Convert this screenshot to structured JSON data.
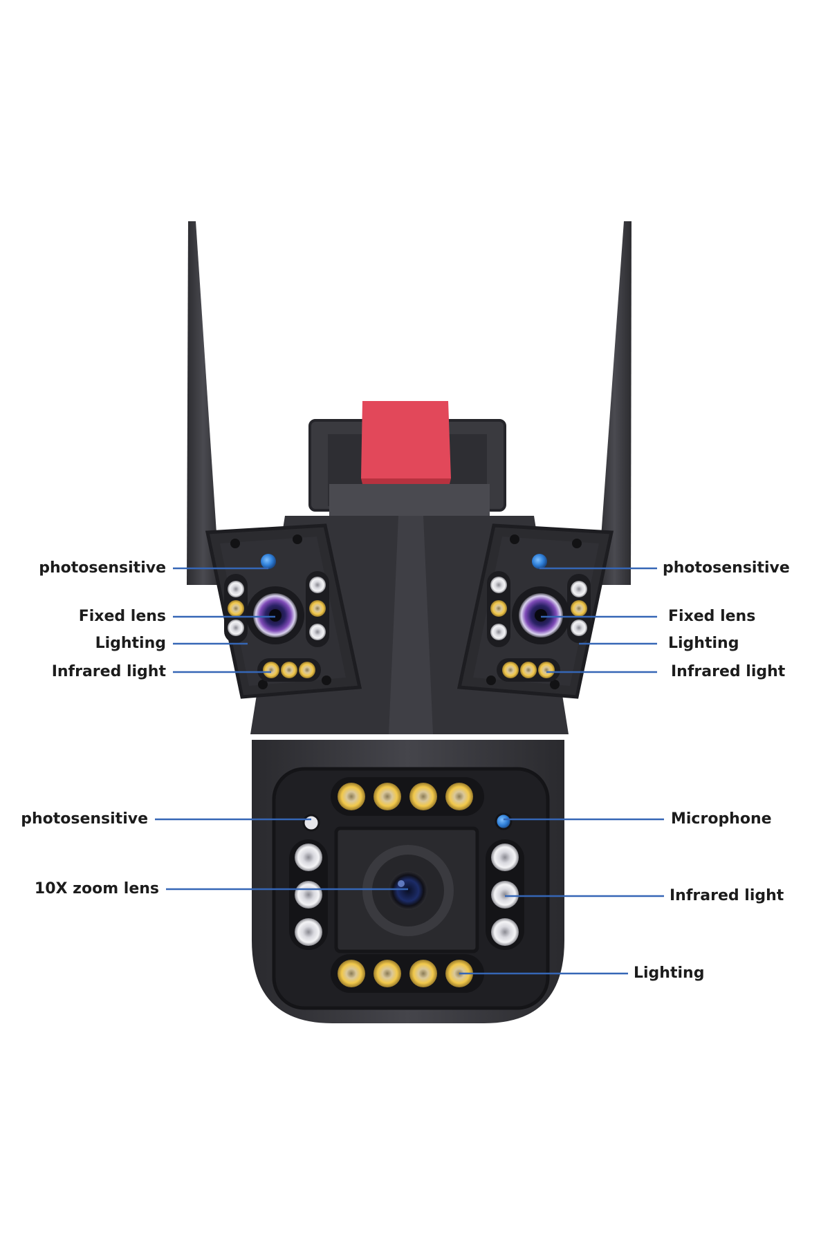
{
  "colors": {
    "background": "#ffffff",
    "body_dark": "#2f2f33",
    "body_mid": "#3c3c41",
    "body_light": "#4a4a50",
    "top_red": "#e2485a",
    "callout_line": "#3566b6",
    "label_text": "#1c1c1c",
    "led_warm": "#e9c56a",
    "led_white": "#e6e6ea",
    "sensor_blue": "#2f7fd8"
  },
  "callouts": {
    "left_photosensitive_top": "photosensitive",
    "left_fixed_lens": "Fixed lens",
    "left_lighting": "Lighting",
    "left_infrared_light": "Infrared light",
    "right_photosensitive_top": "photosensitive",
    "right_fixed_lens": "Fixed lens",
    "right_lighting": "Lighting",
    "right_infrared_light": "Infrared light",
    "bottom_photosensitive": "photosensitive",
    "zoom_lens": "10X zoom lens",
    "microphone": "Microphone",
    "bottom_infrared_light": "Infrared light",
    "bottom_lighting": "Lighting"
  },
  "icons": {
    "product": "dual-lens-ptz-camera-illustration"
  }
}
